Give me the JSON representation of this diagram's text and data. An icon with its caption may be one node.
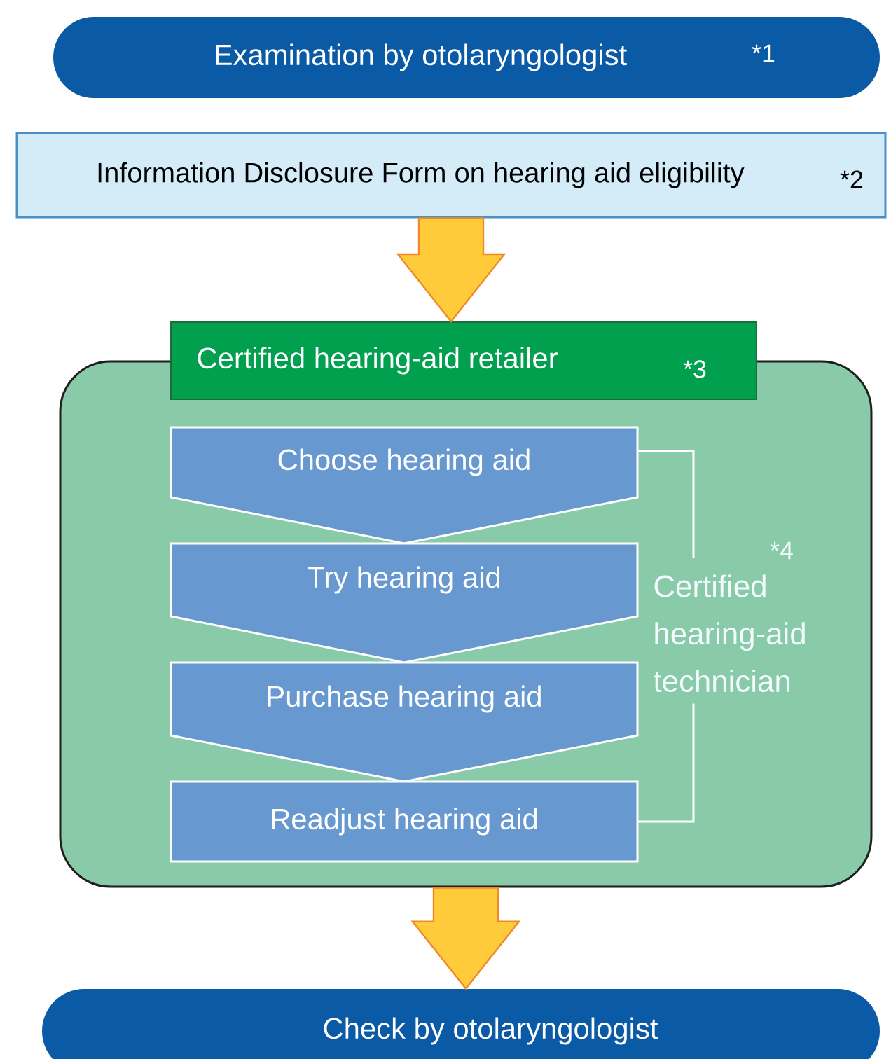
{
  "diagram": {
    "nodes": [
      {
        "text": [
          "Examination by otolaryngologist",
          "*1"
        ]
      },
      {
        "text": [
          "Information Disclosure Form on hearing aid eligibility",
          "*2"
        ]
      },
      {
        "text": [
          "Certified hearing-aid retailer",
          "*3"
        ]
      },
      {
        "text": [
          "Choose hearing aid"
        ],
        "in": 2
      },
      {
        "text": [
          "Try hearing aid"
        ],
        "in": 2
      },
      {
        "text": [
          "Purchase hearing aid"
        ],
        "in": 2
      },
      {
        "text": [
          "Readjust hearing aid"
        ],
        "in": 2
      },
      {
        "text": [
          "Certified hearing-aid technician"
        ],
        "beside": [
          "*4"
        ],
        "in": 2
      },
      {
        "text": [
          "Check by otolaryngologist"
        ]
      }
    ],
    "edges": [
      {
        "from": 1,
        "to": 2,
        "arrow": "to"
      },
      {
        "from": 2,
        "to": 8,
        "arrow": "to"
      },
      {
        "from": 7,
        "to": 3,
        "arrow": "none"
      },
      {
        "from": 7,
        "to": 6,
        "arrow": "none"
      }
    ]
  }
}
